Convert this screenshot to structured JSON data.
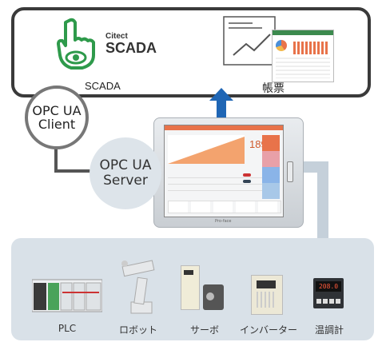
{
  "scada": {
    "label": "SCADA",
    "logo_top": "Citect",
    "logo_main": "SCADA"
  },
  "report": {
    "label": "帳票"
  },
  "opc_client": {
    "line1": "OPC UA",
    "line2": "Client"
  },
  "opc_server": {
    "line1": "OPC UA",
    "line2": "Server"
  },
  "hmi": {
    "readout": "189",
    "brand": "Pro-face"
  },
  "devices": [
    {
      "label": "PLC"
    },
    {
      "label": "ロボット"
    },
    {
      "label": "サーボ"
    },
    {
      "label": "インバーター"
    },
    {
      "label": "温調計"
    }
  ],
  "temp_readout": "208.0",
  "colors": {
    "accent_green": "#2e9a4b",
    "arrow_blue": "#1f66b5",
    "frame": "#3a3a3a",
    "panel": "#d9e1e8"
  }
}
